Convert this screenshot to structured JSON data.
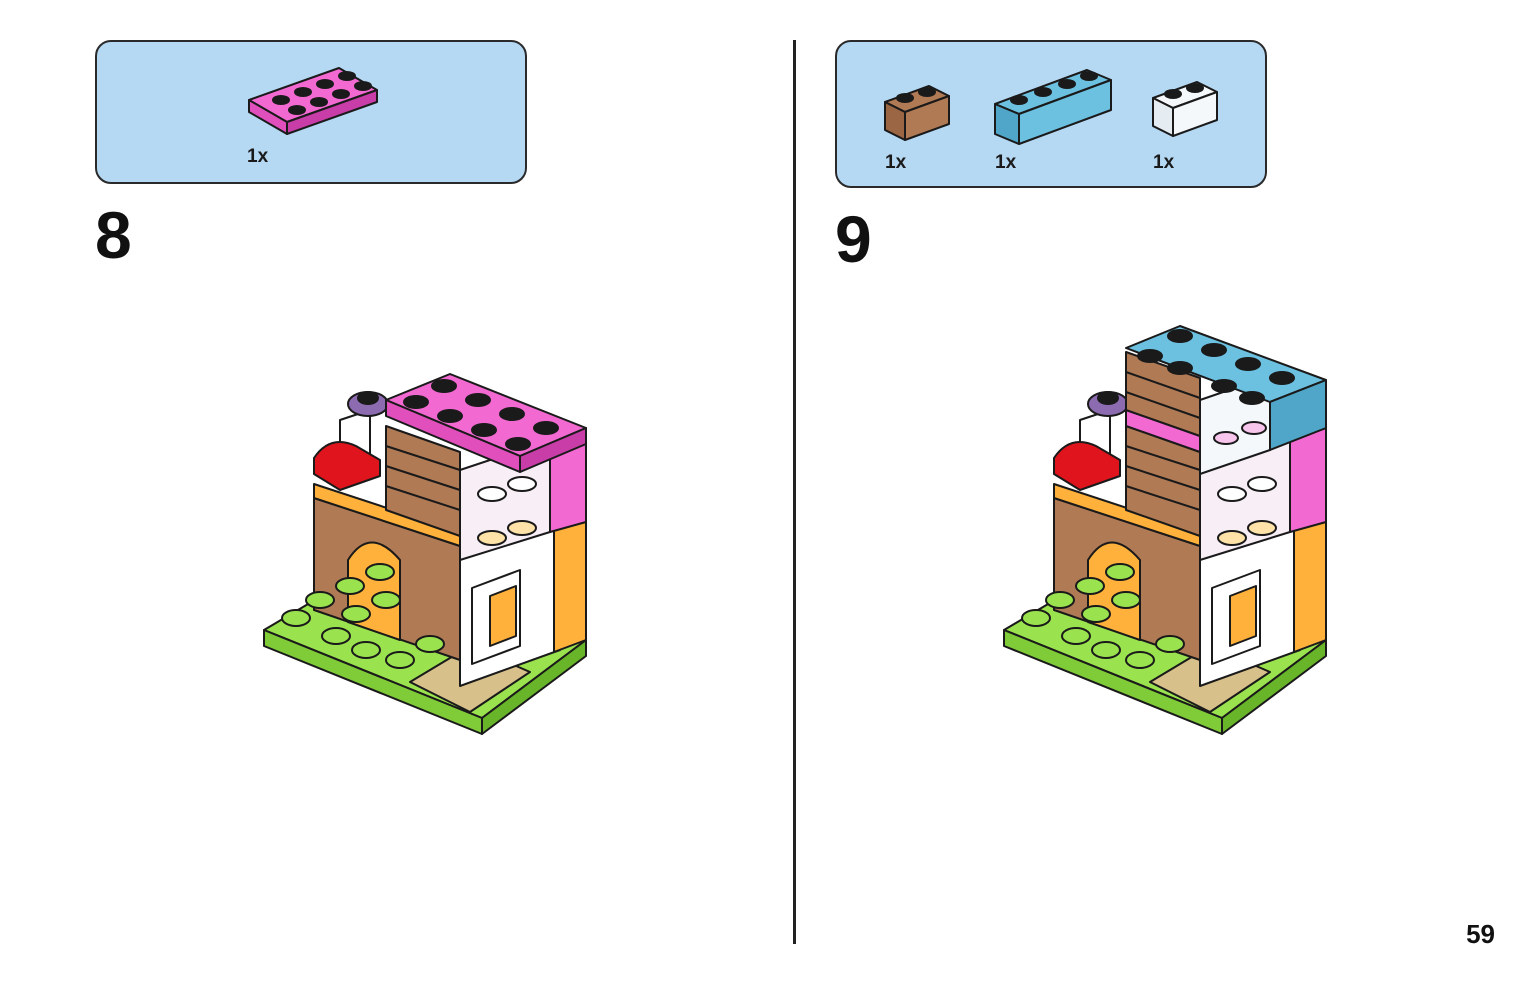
{
  "page_number": "59",
  "steps": [
    {
      "number": "8",
      "parts": [
        {
          "name": "pink-plate-2x4-icon",
          "qty": "1x",
          "color": "#f26ad1"
        }
      ]
    },
    {
      "number": "9",
      "parts": [
        {
          "name": "brown-brick-masonry-1x2-icon",
          "qty": "1x",
          "color": "#b07a55"
        },
        {
          "name": "blue-brick-1x4-icon",
          "qty": "1x",
          "color": "#6cc0e0"
        },
        {
          "name": "transparent-brick-1x2-icon",
          "qty": "1x",
          "color": "#f4f8fb"
        }
      ]
    }
  ],
  "colors": {
    "parts_box_bg": "#b5d8f3",
    "pink": "#f26ad1",
    "brown": "#b07a55",
    "orange": "#ffb13b",
    "lime": "#9be24f",
    "tan": "#d8c08a",
    "red": "#e0141c",
    "blue": "#6cc0e0"
  }
}
